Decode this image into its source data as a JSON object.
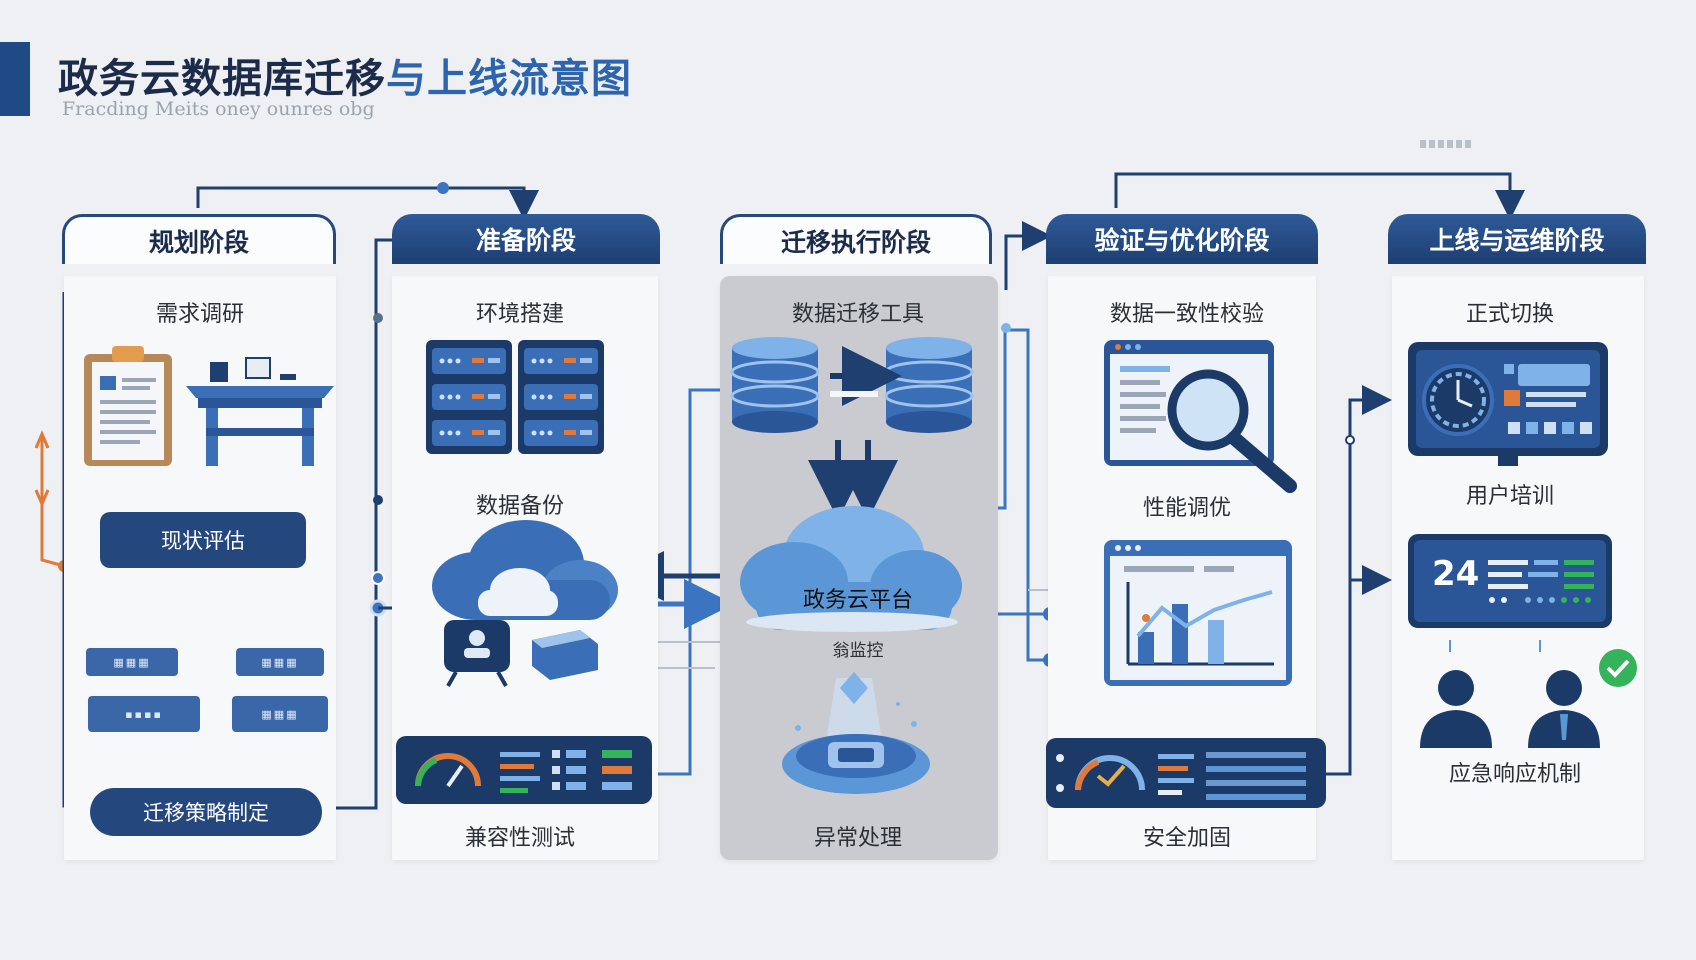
{
  "title": {
    "main": "政务云数据库迁移",
    "accent": "与上线流意图"
  },
  "subtitle": "Fracding Meits oney ounres obg",
  "phases": [
    {
      "name": "规划阶段",
      "items": [
        "需求调研",
        "现状评估",
        "迁移策略制定"
      ],
      "chips": [
        "▦▦▦",
        "▦▦▦",
        "▪▪▪▪",
        "▦▦▦"
      ]
    },
    {
      "name": "准备阶段",
      "items": [
        "环境搭建",
        "数据备份",
        "兼容性测试"
      ]
    },
    {
      "name": "迁移执行阶段",
      "items": [
        "数据迁移工具",
        "政务云平台",
        "翁监控",
        "异常处理"
      ]
    },
    {
      "name": "验证与优化阶段",
      "items": [
        "数据一致性校验",
        "性能调优",
        "安全加固"
      ]
    },
    {
      "name": "上线与运维阶段",
      "items": [
        "正式切换",
        "用户培训",
        "应急响应机制"
      ],
      "display_number": "24"
    }
  ],
  "colors": {
    "navy": "#1d3f72",
    "blue": "#3a6fb8",
    "light_blue": "#7fb2e8",
    "accent_orange": "#e07a3a",
    "success_green": "#34b35a"
  },
  "icons": [
    "clipboard-icon",
    "desk-icon",
    "server-rack-icon",
    "cloud-backup-icon",
    "database-icon",
    "cloud-platform-icon",
    "magnifier-icon",
    "chart-monitor-icon",
    "dashboard-icon",
    "gauge-panel-icon",
    "check-icon",
    "user-icon"
  ]
}
